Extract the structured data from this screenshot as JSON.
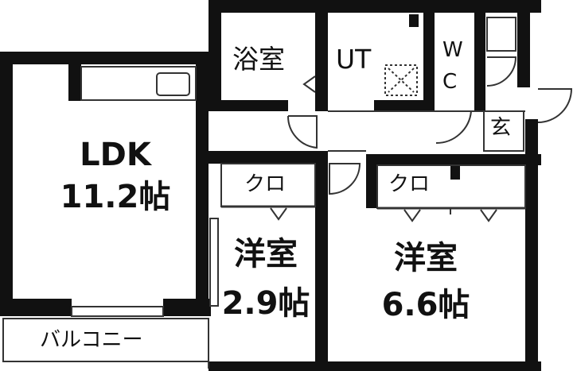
{
  "rooms": {
    "ldk": {
      "name": "LDK",
      "size": "11.2帖"
    },
    "bath": {
      "name": "浴室"
    },
    "utility": {
      "name": "UT"
    },
    "toilet": {
      "name_line1": "W",
      "name_line2": "C"
    },
    "entrance": {
      "name": "玄"
    },
    "closet_small": {
      "name": "クロ"
    },
    "closet_large": {
      "name": "クロ"
    },
    "western_small": {
      "name": "洋室",
      "size": "2.9帖"
    },
    "western_large": {
      "name": "洋室",
      "size": "6.6帖"
    },
    "balcony": {
      "name": "バルコニー"
    }
  },
  "colors": {
    "wall": "#111111",
    "background": "#ffffff",
    "line": "#333333"
  }
}
